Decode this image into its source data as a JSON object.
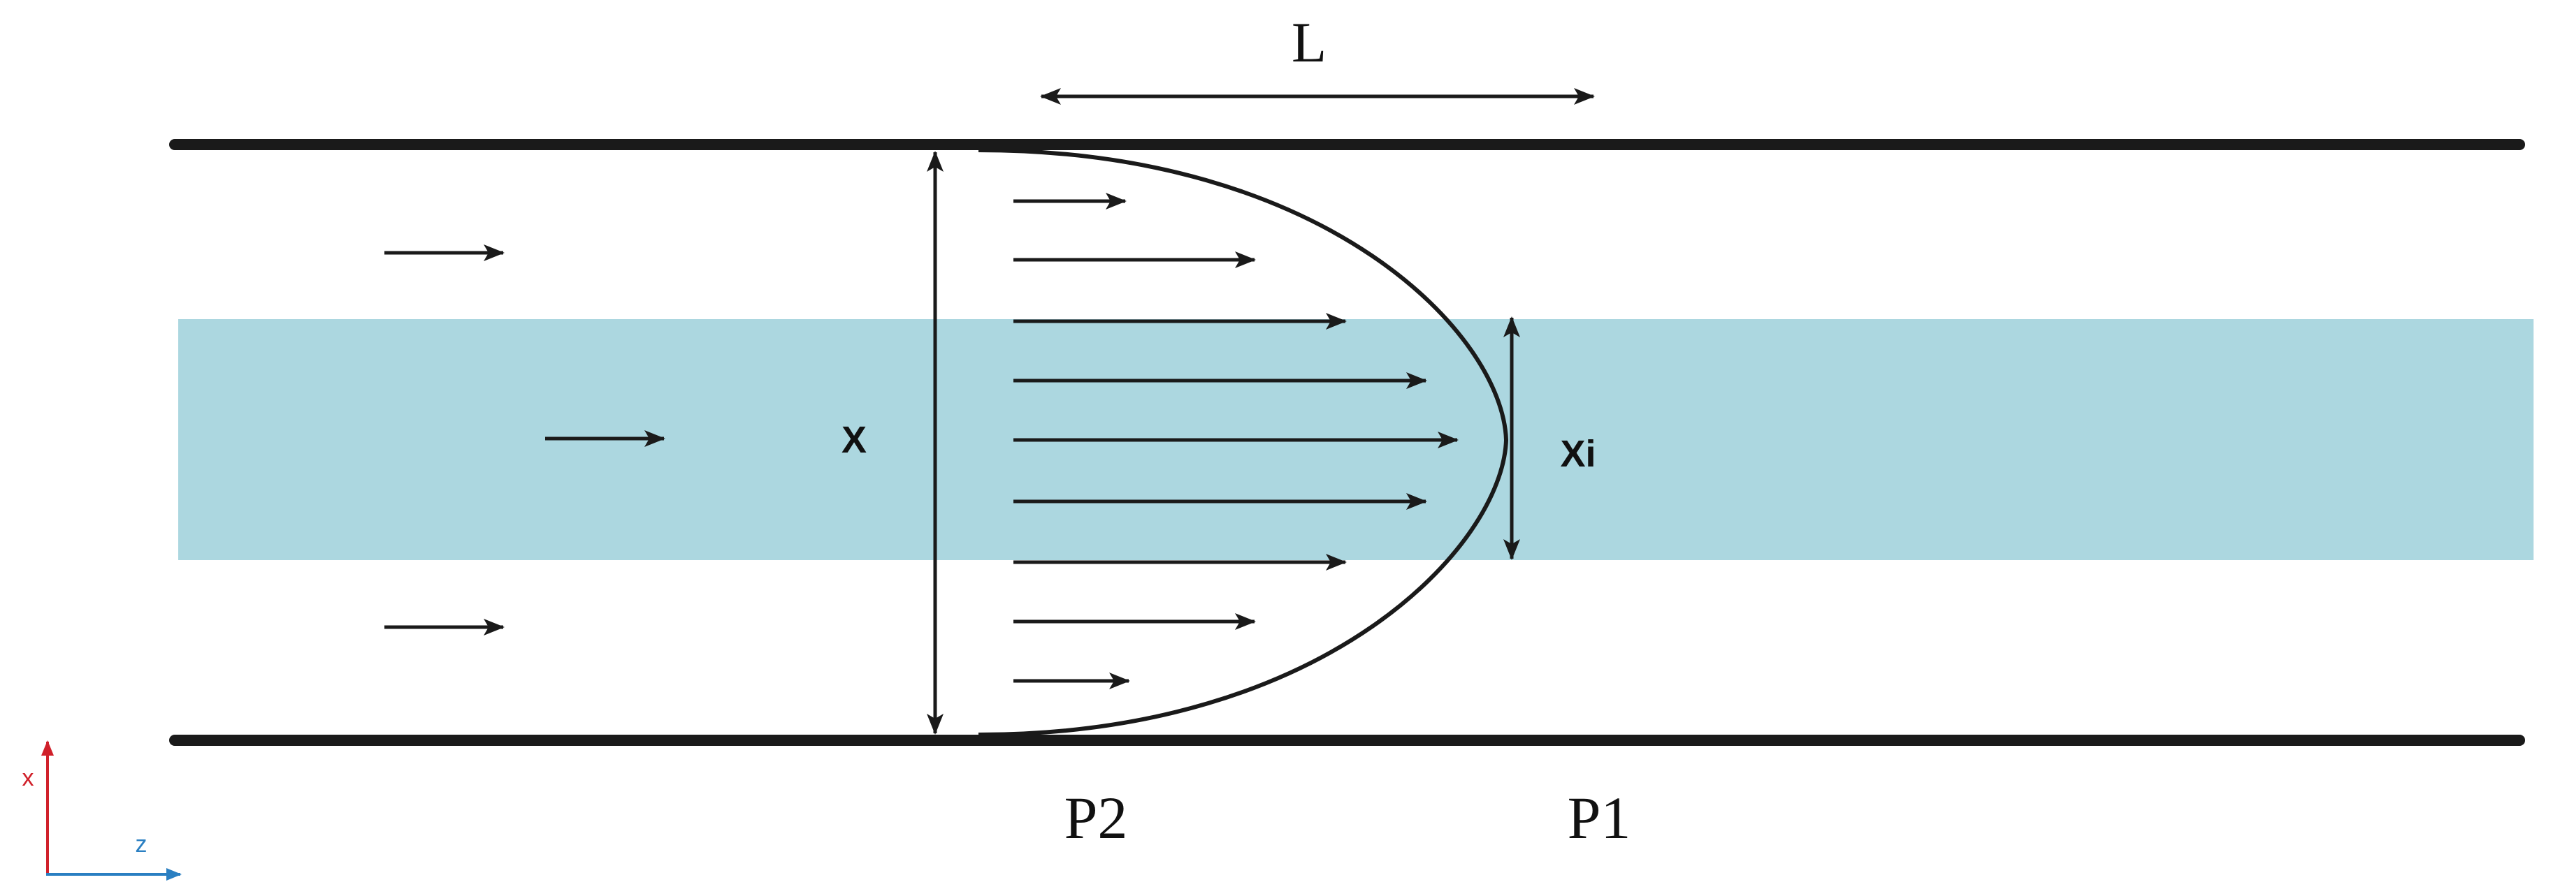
{
  "labels": {
    "length": "L",
    "channel_width": "X",
    "core_width": "Xi",
    "pressure_downstream": "P1",
    "pressure_upstream": "P2",
    "axis_x": "x",
    "axis_z": "z"
  },
  "colors": {
    "core_stream": "#acd7e0",
    "walls": "#1a1a1a",
    "arrows": "#1a1a1a",
    "axis_x": "#d0202a",
    "axis_z": "#2a7fc2"
  }
}
